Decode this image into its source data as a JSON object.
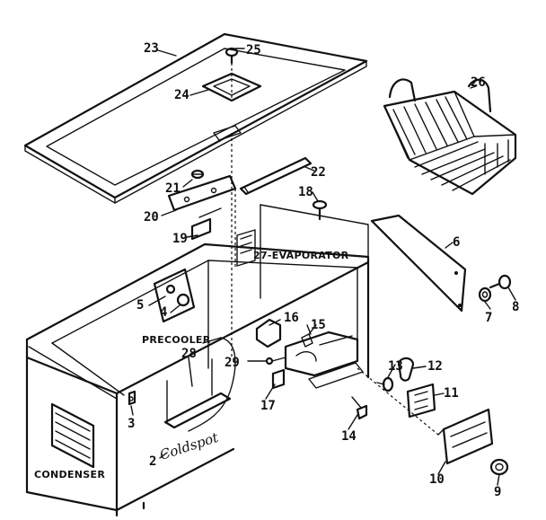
{
  "callouts": {
    "n2": "2",
    "n3": "3",
    "n4": "4",
    "n5": "5",
    "n6": "6",
    "n7": "7",
    "n8": "8",
    "n9": "9",
    "n10": "10",
    "n11": "11",
    "n12": "12",
    "n13": "13",
    "n14": "14",
    "n15": "15",
    "n16": "16",
    "n17": "17",
    "n18": "18",
    "n19": "19",
    "n20": "20",
    "n21": "21",
    "n22": "22",
    "n23": "23",
    "n24": "24",
    "n25": "25",
    "n26": "26",
    "n28": "28",
    "n29": "29"
  },
  "labels": {
    "evaporator": "27-EVAPORATOR",
    "precooler": "PRECOOLER",
    "condenser": "CONDENSER",
    "brand": "Coldspot"
  },
  "colors": {
    "ink": "#111111",
    "paper": "#ffffff"
  }
}
